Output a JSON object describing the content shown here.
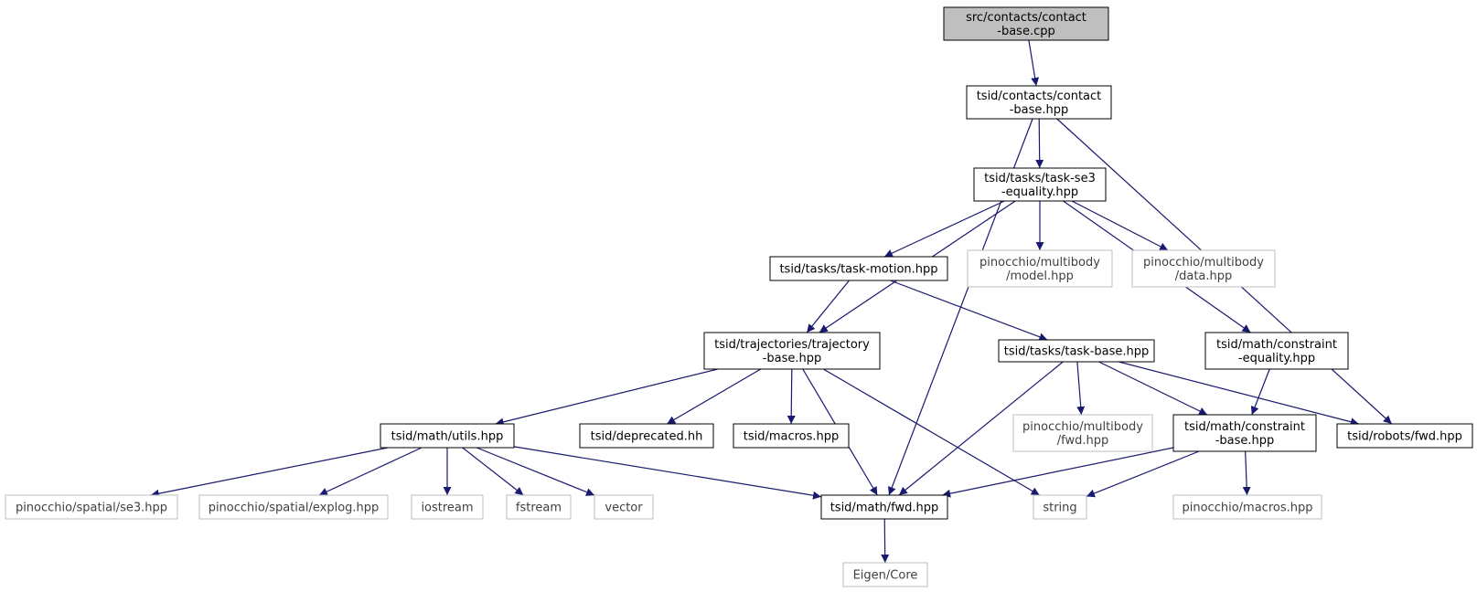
{
  "graph": {
    "colors": {
      "edge": "#191970",
      "root_fill": "#bfbfbf",
      "border_documented": "#000000",
      "border_external": "#bfbfbf",
      "text_documented": "#000000",
      "text_external": "#404040"
    },
    "nodes": [
      {
        "id": "src_contact_base_cpp",
        "lines": [
          "src/contacts/contact",
          "-base.cpp"
        ],
        "kind": "root"
      },
      {
        "id": "contact_base_hpp",
        "lines": [
          "tsid/contacts/contact",
          "-base.hpp"
        ],
        "kind": "documented"
      },
      {
        "id": "task_se3_equality_hpp",
        "lines": [
          "tsid/tasks/task-se3",
          "-equality.hpp"
        ],
        "kind": "documented"
      },
      {
        "id": "task_motion_hpp",
        "lines": [
          "tsid/tasks/task-motion.hpp"
        ],
        "kind": "documented"
      },
      {
        "id": "pinocchio_model_hpp",
        "lines": [
          "pinocchio/multibody",
          "/model.hpp"
        ],
        "kind": "external"
      },
      {
        "id": "pinocchio_data_hpp",
        "lines": [
          "pinocchio/multibody",
          "/data.hpp"
        ],
        "kind": "external"
      },
      {
        "id": "trajectory_base_hpp",
        "lines": [
          "tsid/trajectories/trajectory",
          "-base.hpp"
        ],
        "kind": "documented"
      },
      {
        "id": "task_base_hpp",
        "lines": [
          "tsid/tasks/task-base.hpp"
        ],
        "kind": "documented"
      },
      {
        "id": "constraint_equality_hpp",
        "lines": [
          "tsid/math/constraint",
          "-equality.hpp"
        ],
        "kind": "documented"
      },
      {
        "id": "math_utils_hpp",
        "lines": [
          "tsid/math/utils.hpp"
        ],
        "kind": "documented"
      },
      {
        "id": "deprecated_hh",
        "lines": [
          "tsid/deprecated.hh"
        ],
        "kind": "documented"
      },
      {
        "id": "tsid_macros_hpp",
        "lines": [
          "tsid/macros.hpp"
        ],
        "kind": "documented"
      },
      {
        "id": "pinocchio_fwd_hpp",
        "lines": [
          "pinocchio/multibody",
          "/fwd.hpp"
        ],
        "kind": "external"
      },
      {
        "id": "constraint_base_hpp",
        "lines": [
          "tsid/math/constraint",
          "-base.hpp"
        ],
        "kind": "documented"
      },
      {
        "id": "robots_fwd_hpp",
        "lines": [
          "tsid/robots/fwd.hpp"
        ],
        "kind": "documented"
      },
      {
        "id": "pinocchio_se3_hpp",
        "lines": [
          "pinocchio/spatial/se3.hpp"
        ],
        "kind": "external"
      },
      {
        "id": "pinocchio_explog_hpp",
        "lines": [
          "pinocchio/spatial/explog.hpp"
        ],
        "kind": "external"
      },
      {
        "id": "iostream",
        "lines": [
          "iostream"
        ],
        "kind": "external"
      },
      {
        "id": "fstream",
        "lines": [
          "fstream"
        ],
        "kind": "external"
      },
      {
        "id": "vector",
        "lines": [
          "vector"
        ],
        "kind": "external"
      },
      {
        "id": "math_fwd_hpp",
        "lines": [
          "tsid/math/fwd.hpp"
        ],
        "kind": "documented"
      },
      {
        "id": "string",
        "lines": [
          "string"
        ],
        "kind": "external"
      },
      {
        "id": "pinocchio_macros_hpp",
        "lines": [
          "pinocchio/macros.hpp"
        ],
        "kind": "external"
      },
      {
        "id": "eigen_core",
        "lines": [
          "Eigen/Core"
        ],
        "kind": "external"
      }
    ],
    "edges": [
      {
        "from": "src_contact_base_cpp",
        "to": "contact_base_hpp"
      },
      {
        "from": "contact_base_hpp",
        "to": "task_se3_equality_hpp"
      },
      {
        "from": "contact_base_hpp",
        "to": "math_fwd_hpp"
      },
      {
        "from": "contact_base_hpp",
        "to": "robots_fwd_hpp"
      },
      {
        "from": "task_se3_equality_hpp",
        "to": "task_motion_hpp"
      },
      {
        "from": "task_se3_equality_hpp",
        "to": "pinocchio_model_hpp"
      },
      {
        "from": "task_se3_equality_hpp",
        "to": "pinocchio_data_hpp"
      },
      {
        "from": "task_se3_equality_hpp",
        "to": "trajectory_base_hpp"
      },
      {
        "from": "task_se3_equality_hpp",
        "to": "constraint_equality_hpp"
      },
      {
        "from": "task_motion_hpp",
        "to": "trajectory_base_hpp"
      },
      {
        "from": "task_motion_hpp",
        "to": "task_base_hpp"
      },
      {
        "from": "trajectory_base_hpp",
        "to": "math_utils_hpp"
      },
      {
        "from": "trajectory_base_hpp",
        "to": "deprecated_hh"
      },
      {
        "from": "trajectory_base_hpp",
        "to": "tsid_macros_hpp"
      },
      {
        "from": "trajectory_base_hpp",
        "to": "math_fwd_hpp"
      },
      {
        "from": "trajectory_base_hpp",
        "to": "string"
      },
      {
        "from": "task_base_hpp",
        "to": "pinocchio_fwd_hpp"
      },
      {
        "from": "task_base_hpp",
        "to": "constraint_base_hpp"
      },
      {
        "from": "task_base_hpp",
        "to": "robots_fwd_hpp"
      },
      {
        "from": "task_base_hpp",
        "to": "math_fwd_hpp"
      },
      {
        "from": "constraint_equality_hpp",
        "to": "constraint_base_hpp"
      },
      {
        "from": "math_utils_hpp",
        "to": "pinocchio_se3_hpp"
      },
      {
        "from": "math_utils_hpp",
        "to": "pinocchio_explog_hpp"
      },
      {
        "from": "math_utils_hpp",
        "to": "iostream"
      },
      {
        "from": "math_utils_hpp",
        "to": "fstream"
      },
      {
        "from": "math_utils_hpp",
        "to": "vector"
      },
      {
        "from": "math_utils_hpp",
        "to": "math_fwd_hpp"
      },
      {
        "from": "constraint_base_hpp",
        "to": "math_fwd_hpp"
      },
      {
        "from": "constraint_base_hpp",
        "to": "string"
      },
      {
        "from": "constraint_base_hpp",
        "to": "pinocchio_macros_hpp"
      },
      {
        "from": "math_fwd_hpp",
        "to": "eigen_core"
      }
    ]
  }
}
